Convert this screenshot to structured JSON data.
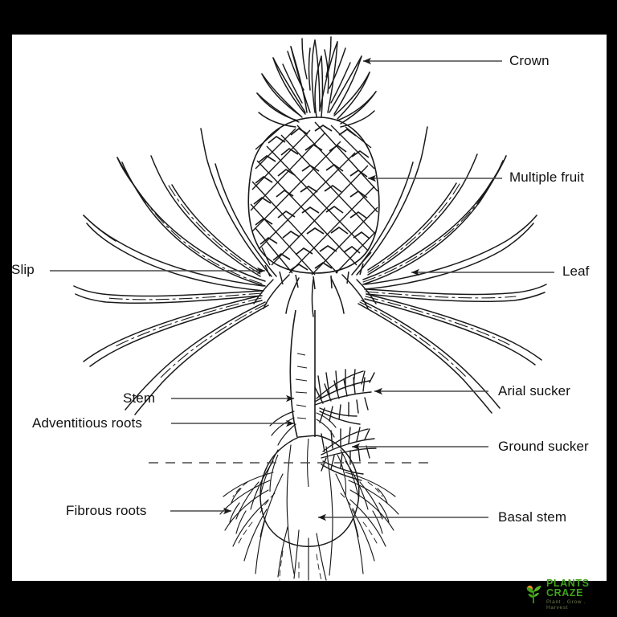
{
  "diagram": {
    "subject": "Pineapple plant structure",
    "style": "black-and-white line drawing",
    "background_color": "#000000",
    "canvas_color": "#ffffff",
    "line_color": "#1a1a1a"
  },
  "labels": {
    "crown": "Crown",
    "multiple_fruit": "Multiple fruit",
    "slip": "Slip",
    "leaf": "Leaf",
    "stem": "Stem",
    "adventitious_roots": "Adventitious roots",
    "arial_sucker": "Arial sucker",
    "ground_sucker": "Ground sucker",
    "fibrous_roots": "Fibrous roots",
    "basal_stem": "Basal stem"
  },
  "watermark": {
    "brand": "PLANTS CRAZE",
    "tagline": "Plant . Grow . Harvest",
    "brand_color": "#3fa319",
    "tagline_color": "#6f7d52",
    "accent_color": "#f08a1e"
  }
}
